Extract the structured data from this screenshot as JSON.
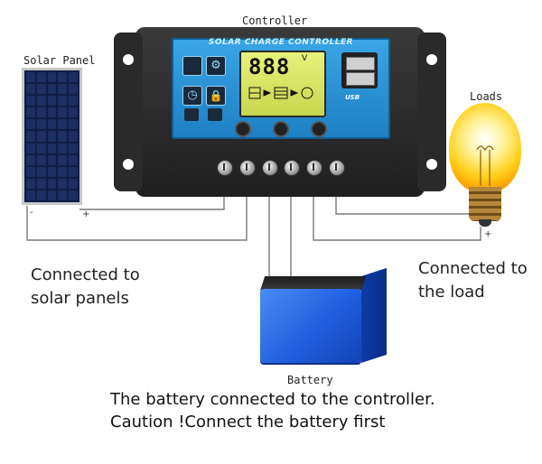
{
  "labels": {
    "controller": "Controller",
    "solar_panel": "Solar Panel",
    "loads": "Loads",
    "battery": "Battery",
    "connected_solar_line1": "Connected to",
    "connected_solar_line2": "solar panels",
    "connected_load_line1": "Connected to",
    "connected_load_line2": "the load",
    "note_line1": "The battery connected to the controller.",
    "note_line2": "Caution !Connect the battery first"
  },
  "controller": {
    "panel_title": "SOLAR CHARGE CONTROLLER",
    "display_digits": "888",
    "display_unit": "V",
    "usb_label": "USB"
  },
  "colors": {
    "controller_accent": "#1d7fc4",
    "battery": "#1f5fe0",
    "bulb_glow": "#ffcf1a"
  }
}
